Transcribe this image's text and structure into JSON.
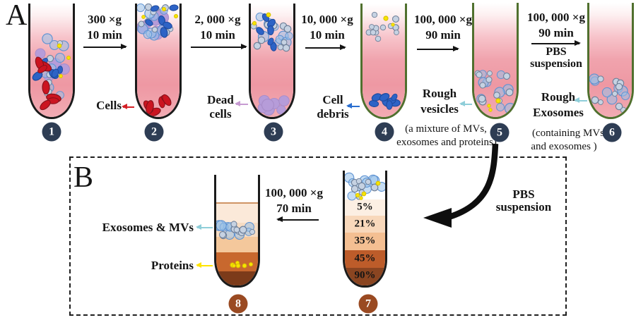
{
  "panel_a": {
    "label": "A",
    "steps": [
      {
        "force": "300 ×g",
        "time": "10 min"
      },
      {
        "force": "2, 000 ×g",
        "time": "10 min"
      },
      {
        "force": "10, 000 ×g",
        "time": "10 min"
      },
      {
        "force": "100, 000 ×g",
        "time": "90 min"
      },
      {
        "force": "100, 000 ×g",
        "time": "90 min",
        "pbs_line1": "PBS",
        "pbs_line2": "suspension"
      }
    ],
    "badges": [
      "1",
      "2",
      "3",
      "4",
      "5",
      "6"
    ],
    "labels": {
      "cells": "Cells",
      "dead1": "Dead",
      "dead2": "cells",
      "debris1": "Cell",
      "debris2": "debris",
      "vesicles1": "Rough",
      "vesicles2": "vesicles",
      "exosomes1": "Rough",
      "exosomes2": "Exosomes",
      "note5a": "(a mixture of MVs,",
      "note5b": "exosomes and proteins)",
      "note6a": "(containing MVs",
      "note6b": "and exosomes )"
    }
  },
  "panel_b": {
    "label": "B",
    "step": {
      "force": "100, 000 ×g",
      "time": "70 min"
    },
    "pbs1": "PBS",
    "pbs2": "suspension",
    "exo_mvs": "Exosomes & MVs",
    "proteins": "Proteins",
    "badges": [
      "7",
      "8"
    ],
    "gradient": [
      "5%",
      "21%",
      "35%",
      "45%",
      "90%"
    ]
  },
  "colors": {
    "cells_arrow": "#d42026",
    "dead_cells_arrow": "#c79bd2",
    "cell_debris_arrow": "#2b6fd0",
    "vesicle_arrow": "#8fced9",
    "protein_arrow": "#ffe400",
    "badge_navy": "#2e3d54",
    "badge_brown": "#9a4a22",
    "tube_outline_green": "#50702e",
    "liquid_pink": "#f0a2ac"
  },
  "decorations": {
    "t1": [
      {
        "seed": 11,
        "mix": {
          "dead": 5,
          "mv": 8,
          "exo": 9,
          "debris": 5,
          "protein": 3
        },
        "r": [
          0.08,
          0.3,
          0.92,
          0.82
        ]
      },
      {
        "seed": 12,
        "mix": {
          "cell": 7
        },
        "r": [
          0.1,
          0.52,
          0.9,
          0.94
        ]
      }
    ],
    "t2": [
      {
        "seed": 21,
        "mix": {
          "dead": 8,
          "mv": 9,
          "exo": 9,
          "debris": 6,
          "protein": 3
        },
        "r": [
          0.05,
          0.03,
          0.95,
          0.3
        ]
      },
      {
        "seed": 22,
        "mix": {
          "cell": 6
        },
        "r": [
          0.14,
          0.84,
          0.86,
          0.97
        ]
      }
    ],
    "t3": [
      {
        "seed": 31,
        "mix": {
          "mv": 9,
          "exo": 10,
          "debris": 6,
          "protein": 2
        },
        "r": [
          0.06,
          0.06,
          0.94,
          0.4
        ]
      },
      {
        "seed": 32,
        "mix": {
          "dead": 7
        },
        "r": [
          0.12,
          0.82,
          0.88,
          0.96
        ]
      }
    ],
    "t4": [
      {
        "seed": 41,
        "mix": {
          "exo": 13,
          "protein": 2
        },
        "r": [
          0.1,
          0.1,
          0.9,
          0.32
        ]
      },
      {
        "seed": 42,
        "mix": {
          "debris": 8
        },
        "r": [
          0.14,
          0.82,
          0.86,
          0.94
        ]
      }
    ],
    "t5": [
      {
        "seed": 51,
        "mix": {
          "mv": 9,
          "exo": 11,
          "protein": 3
        },
        "r": [
          0.08,
          0.6,
          0.92,
          0.94
        ]
      }
    ],
    "t6": [
      {
        "seed": 61,
        "mix": {
          "mv": 7,
          "exo": 9
        },
        "r": [
          0.1,
          0.62,
          0.9,
          0.94
        ]
      }
    ],
    "t7": [
      {
        "seed": 71,
        "mix": {
          "mv": 10,
          "exo": 8,
          "protein": 4
        },
        "r": [
          0.05,
          0.06,
          0.95,
          0.24
        ]
      }
    ],
    "t8": [
      {
        "seed": 81,
        "mix": {
          "mv": 9,
          "exo": 9
        },
        "r": [
          0.06,
          0.44,
          0.94,
          0.55
        ]
      },
      {
        "seed": 82,
        "mix": {
          "protein": 6
        },
        "r": [
          0.15,
          0.78,
          0.85,
          0.83
        ]
      }
    ]
  }
}
